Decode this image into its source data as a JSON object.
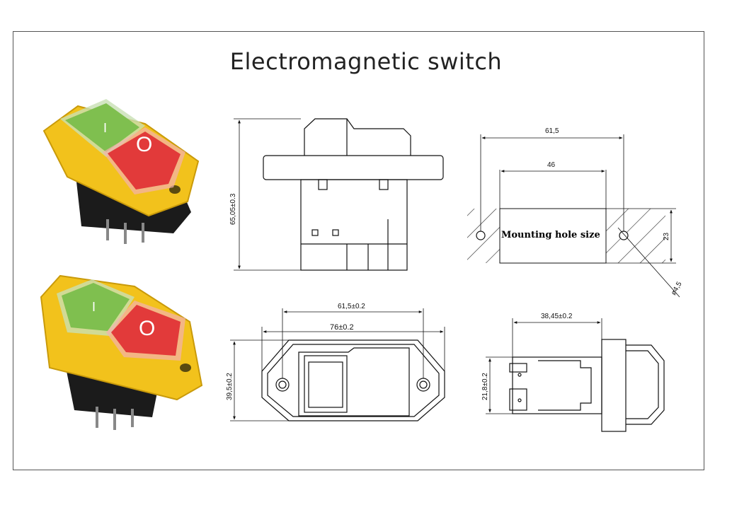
{
  "title": "Electromagnetic switch",
  "colors": {
    "yellow": "#f2c21c",
    "green": "#7fbf4f",
    "red": "#e23a3a",
    "black": "#1b1b1b"
  },
  "product_images": [
    {
      "name": "switch-photo-top",
      "on_symbol": "I",
      "off_symbol": "O"
    },
    {
      "name": "switch-photo-bottom",
      "on_symbol": "I",
      "off_symbol": "O"
    }
  ],
  "side_view": {
    "height_dim": "65,05±0.3"
  },
  "mounting_hole": {
    "overall_dim": "61,5",
    "inner_dim": "46",
    "height_dim": "23",
    "hole_dim": "ø4,5",
    "label": "Mounting hole size"
  },
  "front_view": {
    "hole_spacing_dim": "61,5±0.2",
    "width_dim": "76±0.2",
    "height_dim": "39,5±0.2"
  },
  "bottom_view": {
    "depth_dim": "38,45±0.2",
    "height_dim": "21,8±0.2"
  }
}
